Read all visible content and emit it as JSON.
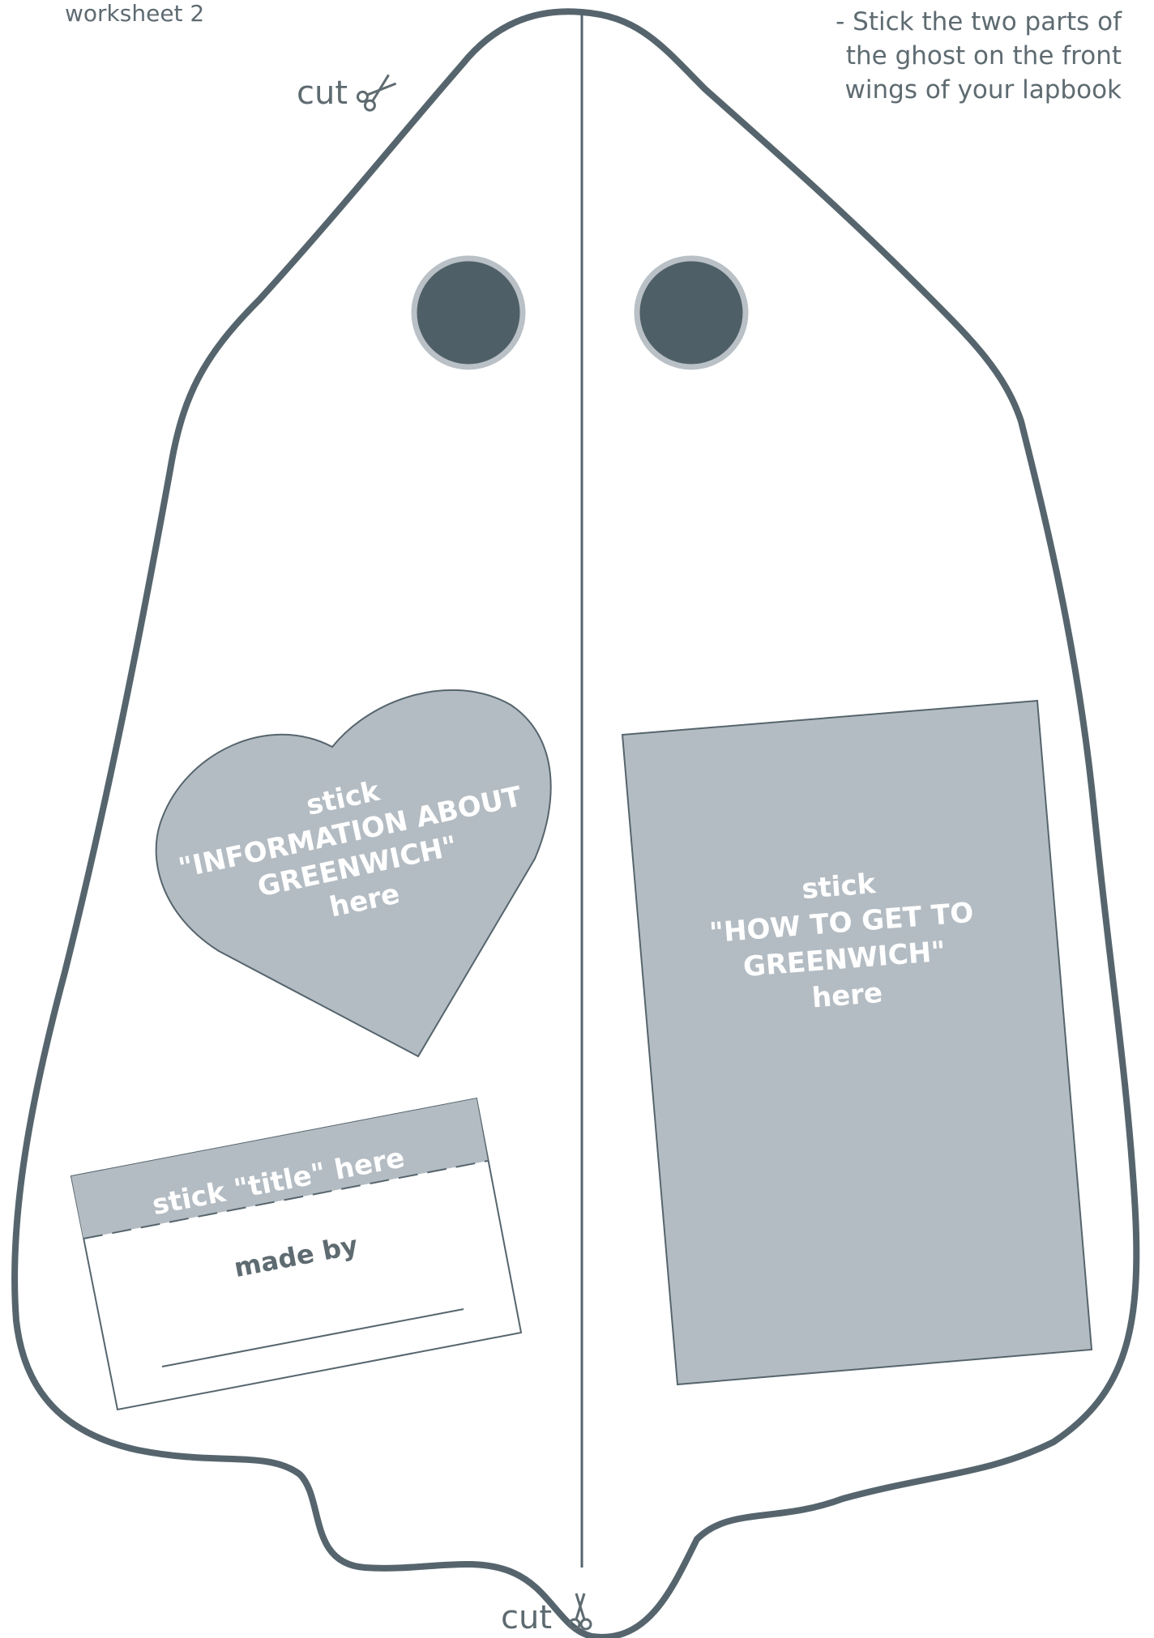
{
  "worksheet_label": "worksheet 2",
  "instructions": [
    "- Stick the two parts of",
    "the ghost on the front",
    "wings of your lapbook"
  ],
  "cut_top_label": "cut",
  "cut_bottom_label": "cut",
  "heart": {
    "line1": "stick",
    "line2": "\"INFORMATION ABOUT",
    "line3": "GREENWICH\"",
    "line4": "here"
  },
  "rectangle": {
    "line1": "stick",
    "line2": "\"HOW TO GET TO",
    "line3": "GREENWICH\"",
    "line4": "here"
  },
  "title_card": {
    "header": "stick \"title\" here",
    "made_by": "made by"
  },
  "icons": [
    "scissors-icon"
  ],
  "colors": {
    "outline": "#56656d",
    "fill_gray": "#b4bcc3",
    "eye": "#4f5f67",
    "eye_ring": "#b9c0c6",
    "text": "#5e6b71"
  }
}
